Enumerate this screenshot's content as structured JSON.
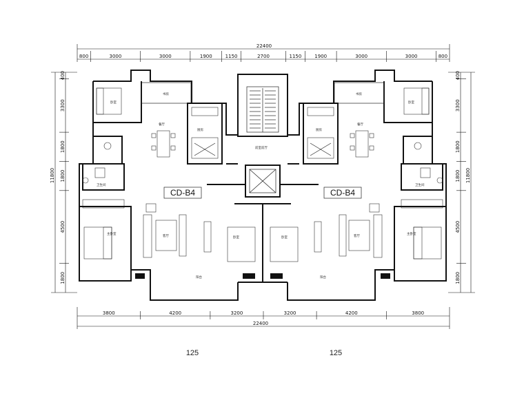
{
  "plan": {
    "top_dims": {
      "total": "22400",
      "segments": [
        "800",
        "3000",
        "3000",
        "1900",
        "1150",
        "2700",
        "1150",
        "1900",
        "3000",
        "3000",
        "800"
      ]
    },
    "bottom_dims": {
      "total": "22400",
      "segments": [
        "3800",
        "4200",
        "3200",
        "3200",
        "4200",
        "3800"
      ]
    },
    "left_dims": {
      "total": "11800",
      "segments": [
        "400",
        "3300",
        "1800",
        "1800",
        "4500",
        "1800"
      ]
    },
    "right_dims": {
      "total": "11800",
      "segments": [
        "400",
        "3300",
        "1800",
        "1800",
        "4500",
        "1800"
      ]
    },
    "units": [
      {
        "label": "CD-B4"
      },
      {
        "label": "CD-B4"
      }
    ],
    "captions": [
      "125",
      "125"
    ],
    "rooms": {
      "core": "前室前厅",
      "bedroom": "卧室",
      "kitchen": "厨房",
      "dining": "餐厅",
      "living": "客厅",
      "master": "主卧室",
      "balcony": "阳台",
      "bath": "卫生间",
      "study": "书房"
    }
  }
}
